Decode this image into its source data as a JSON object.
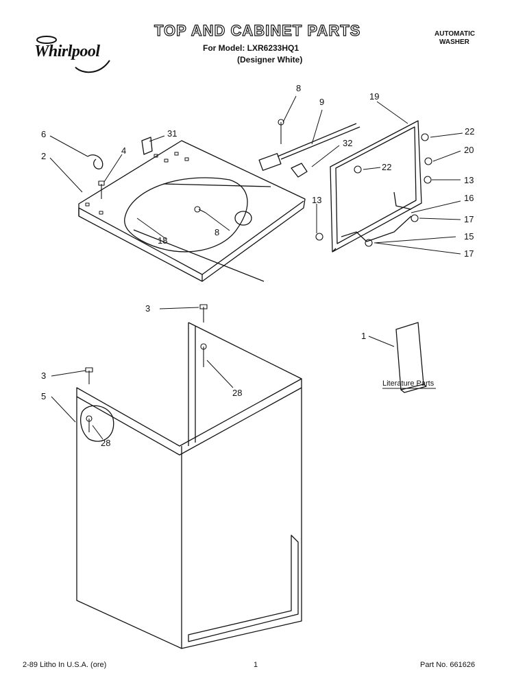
{
  "header": {
    "brand": "Whirlpool",
    "title": "TOP AND CABINET PARTS",
    "model_line": "For Model: LXR6233HQ1",
    "variant_line": "(Designer White)",
    "product_type_line1": "AUTOMATIC",
    "product_type_line2": "WASHER"
  },
  "callouts": [
    "8",
    "9",
    "19",
    "6",
    "31",
    "22",
    "4",
    "32",
    "20",
    "2",
    "22",
    "13",
    "16",
    "13",
    "17",
    "8",
    "15",
    "18",
    "17",
    "3",
    "1",
    "28",
    "3",
    "5",
    "28"
  ],
  "literature_label": "Literature Parts",
  "footer": {
    "left": "2-89 Litho In U.S.A. (ore)",
    "page": "1",
    "part_no": "Part No. 661626"
  }
}
